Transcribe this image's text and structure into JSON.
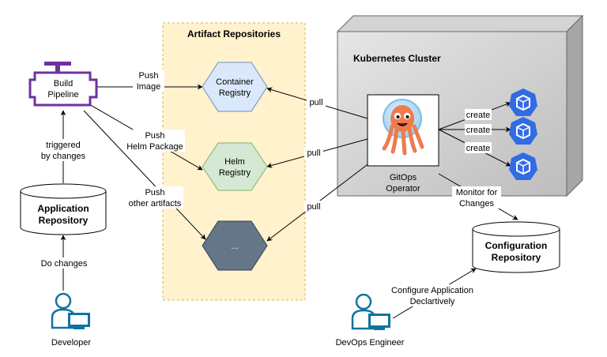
{
  "artifact_repositories": {
    "title": "Artifact Repositories",
    "container_registry": [
      "Container",
      "Registry"
    ],
    "helm_registry": [
      "Helm",
      "Registry"
    ],
    "other": "..."
  },
  "kubernetes_cluster": {
    "title": "Kubernetes Cluster",
    "operator": [
      "GitOps",
      "Operator"
    ],
    "create_labels": [
      "create",
      "create",
      "create"
    ]
  },
  "build_pipeline": [
    "Build",
    "Pipeline"
  ],
  "application_repository": [
    "Application",
    "Repository"
  ],
  "configuration_repository": [
    "Configuration",
    "Repository"
  ],
  "actors": {
    "developer": "Developer",
    "devops": "DevOps Engineer"
  },
  "edges": {
    "push_image": [
      "Push",
      "Image"
    ],
    "push_helm": [
      "Push",
      "Helm Package"
    ],
    "push_other": [
      "Push",
      "other artifacts"
    ],
    "pull": [
      "pull",
      "pull",
      "pull"
    ],
    "triggered": [
      "triggered",
      "by changes"
    ],
    "do_changes": "Do changes",
    "monitor": [
      "Monitor for",
      "Changes"
    ],
    "configure": [
      "Configure Application",
      "Declartively"
    ]
  },
  "colors": {
    "artifact_bg": "#fff2cc",
    "artifact_border": "#d6b656",
    "container_fill": "#dae8fc",
    "container_stroke": "#6c8ebf",
    "helm_fill": "#d5e8d4",
    "helm_stroke": "#82b366",
    "other_fill": "#647687",
    "pipeline_purple": "#7030a0",
    "k8s_blue": "#326ce5",
    "user_blue": "#10739e"
  }
}
